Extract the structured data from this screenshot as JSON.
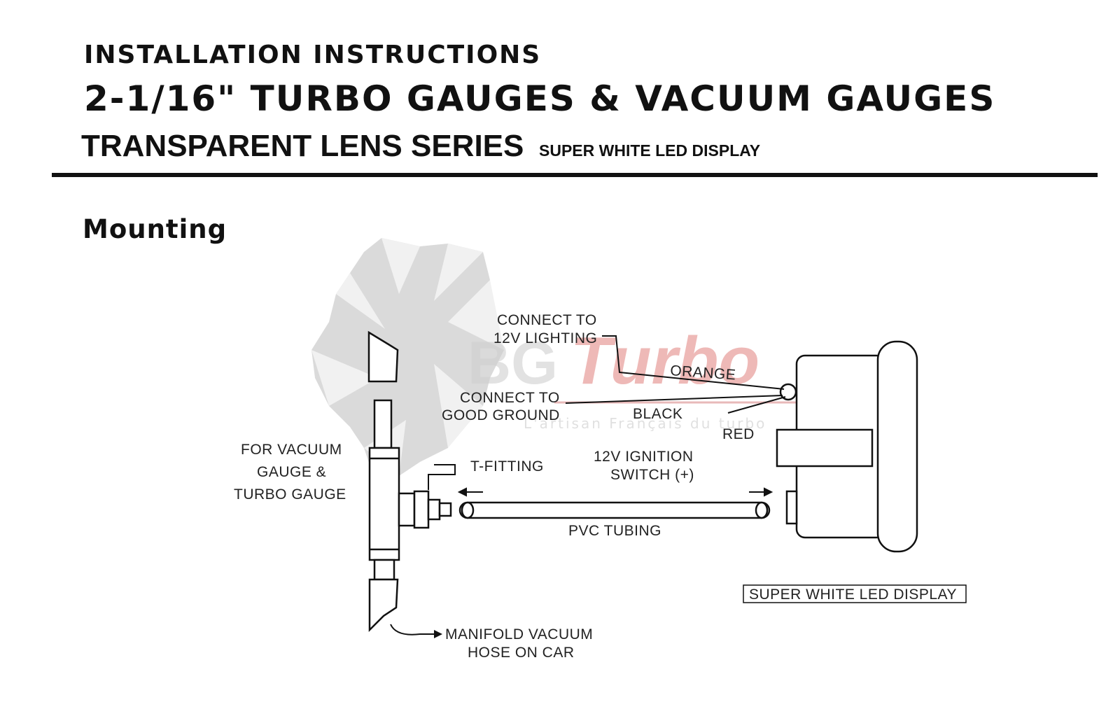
{
  "header": {
    "line1": "INSTALLATION INSTRUCTIONS",
    "line2": "2-1/16\" TURBO GAUGES & VACUUM GAUGES",
    "line3": "TRANSPARENT LENS SERIES",
    "line3_sub": "SUPER WHITE LED DISPLAY"
  },
  "section_title": "Mounting",
  "watermark": {
    "brand_bg": "BG",
    "brand_turbo": "Turbo",
    "tagline": "L'artisan Français du turbo"
  },
  "labels": {
    "lighting_1": "CONNECT TO",
    "lighting_2": "12V LIGHTING",
    "orange": "ORANGE",
    "ground_1": "CONNECT TO",
    "ground_2": "GOOD GROUND",
    "black": "BLACK",
    "red": "RED",
    "ignition_1": "12V IGNITION",
    "ignition_2": "SWITCH (+)",
    "vacuum_1": "FOR VACUUM",
    "vacuum_2": "GAUGE &",
    "vacuum_3": "TURBO GAUGE",
    "tfitting": "T-FITTING",
    "pvc": "PVC TUBING",
    "manifold_1": "MANIFOLD VACUUM",
    "manifold_2": "HOSE ON CAR",
    "display_box": "SUPER WHITE LED DISPLAY"
  },
  "colors": {
    "ink": "#111111",
    "watermark_gray": "#c8c8c8",
    "watermark_red": "#d9534f"
  }
}
